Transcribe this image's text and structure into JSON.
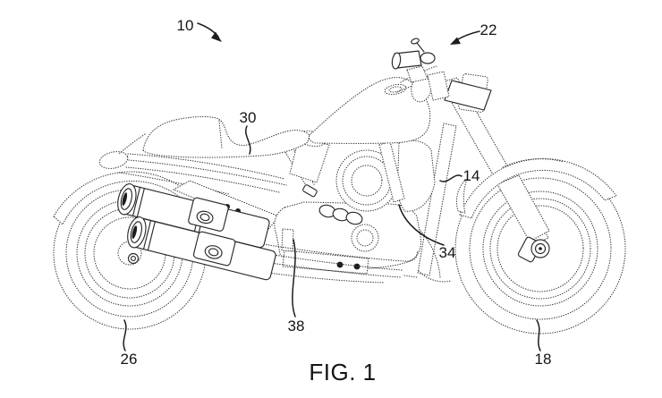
{
  "figure": {
    "caption": "FIG. 1",
    "subject": "motorcycle-side-view-patent-line-drawing",
    "colors": {
      "background": "#ffffff",
      "line": "#2f2f2f",
      "label_text": "#141414"
    },
    "reference_labels": [
      {
        "text": "10",
        "points_to": "motorcycle-overall"
      },
      {
        "text": "22",
        "points_to": "handlebar-steering-area"
      },
      {
        "text": "30",
        "points_to": "seat"
      },
      {
        "text": "14",
        "points_to": "frame-fork-tube"
      },
      {
        "text": "34",
        "points_to": "engine"
      },
      {
        "text": "38",
        "points_to": "exhaust-system"
      },
      {
        "text": "26",
        "points_to": "rear-wheel"
      },
      {
        "text": "18",
        "points_to": "front-wheel"
      }
    ]
  }
}
